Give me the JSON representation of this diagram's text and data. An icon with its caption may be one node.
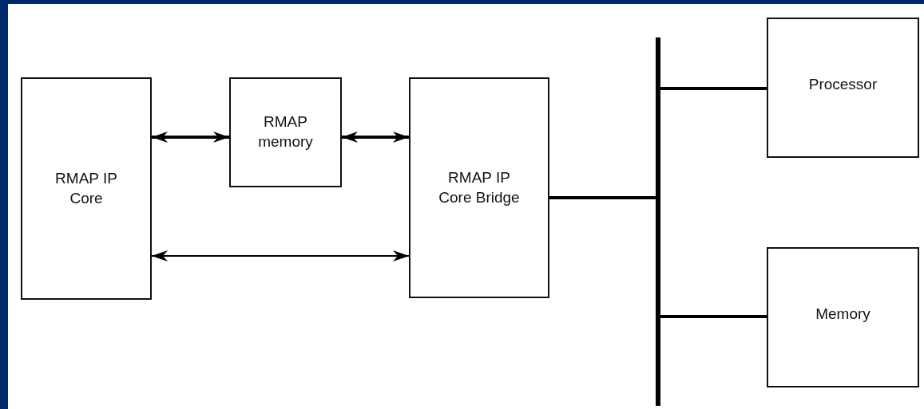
{
  "diagram": {
    "nodes": [
      {
        "text": [
          "RMAP IP Core"
        ]
      },
      {
        "text": [
          "RMAP memory"
        ]
      },
      {
        "text": [
          "RMAP IP Core Bridge"
        ]
      },
      {
        "text": [],
        "shape": "bar"
      },
      {
        "text": [
          "Processor"
        ]
      },
      {
        "text": [
          "Memory"
        ]
      }
    ],
    "edges": [
      {
        "from": 0,
        "to": 1,
        "arrow": "both"
      },
      {
        "from": 1,
        "to": 2,
        "arrow": "both"
      },
      {
        "from": 0,
        "to": 2,
        "arrow": "both"
      },
      {
        "from": 2,
        "to": 3,
        "arrow": "none"
      },
      {
        "from": 3,
        "to": 4,
        "arrow": "none"
      },
      {
        "from": 3,
        "to": 5,
        "arrow": "none"
      }
    ]
  }
}
